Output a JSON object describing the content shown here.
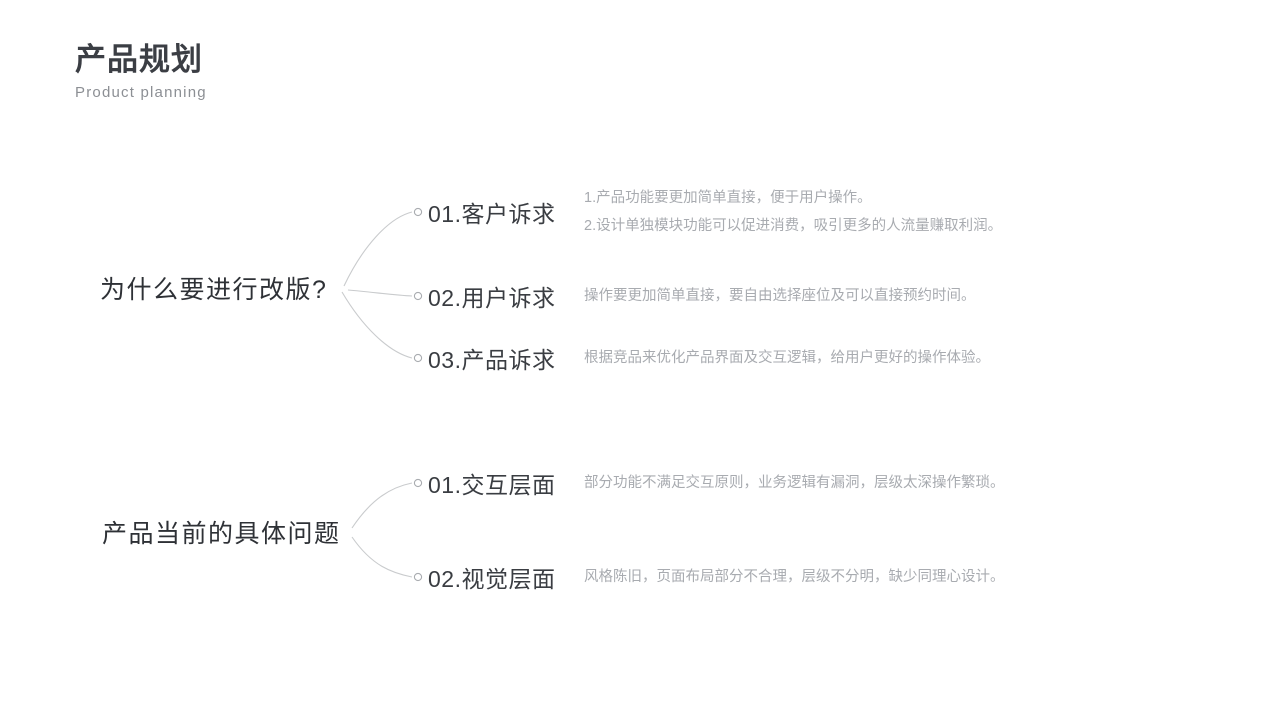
{
  "header": {
    "title": "产品规划",
    "subtitle": "Product planning"
  },
  "colors": {
    "title": "#3b3e44",
    "subtitle": "#8c8f94",
    "root": "#2e3136",
    "branch_label": "#3a3d42",
    "description": "#a8abb0",
    "connector": "#c9cbcd",
    "marker_stroke": "#a9acb0",
    "background": "#ffffff"
  },
  "groups": [
    {
      "root": "为什么要进行改版?",
      "branches": [
        {
          "label": "01.客户诉求",
          "desc_lines": [
            "1.产品功能要更加简单直接，便于用户操作。",
            "2.设计单独模块功能可以促进消费，吸引更多的人流量赚取利润。"
          ]
        },
        {
          "label": "02.用户诉求",
          "desc_lines": [
            "操作要更加简单直接，要自由选择座位及可以直接预约时间。"
          ]
        },
        {
          "label": "03.产品诉求",
          "desc_lines": [
            "根据竞品来优化产品界面及交互逻辑，给用户更好的操作体验。"
          ]
        }
      ]
    },
    {
      "root": "产品当前的具体问题",
      "branches": [
        {
          "label": "01.交互层面",
          "desc_lines": [
            "部分功能不满足交互原则，业务逻辑有漏洞，层级太深操作繁琐。"
          ]
        },
        {
          "label": "02.视觉层面",
          "desc_lines": [
            "风格陈旧，页面布局部分不合理，层级不分明，缺少同理心设计。"
          ]
        }
      ]
    }
  ]
}
